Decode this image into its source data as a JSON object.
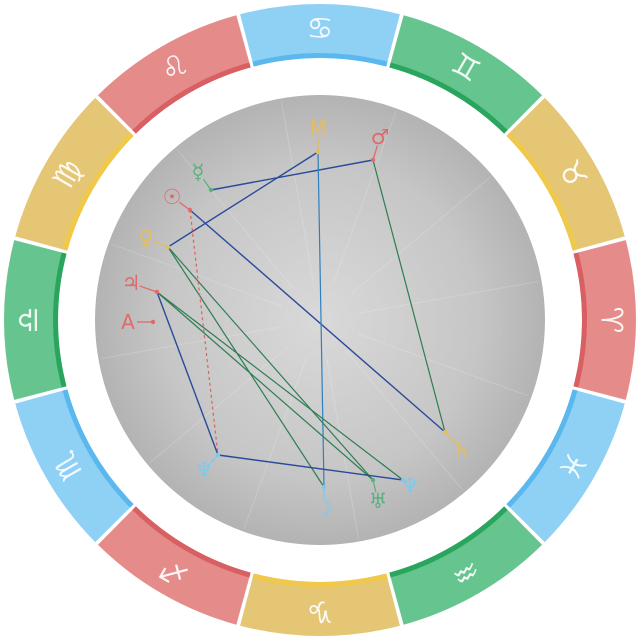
{
  "chart_wheel": {
    "signs": [
      {
        "name": "Aries",
        "glyph": "♈︎",
        "element": "fire"
      },
      {
        "name": "Taurus",
        "glyph": "♉︎",
        "element": "earth"
      },
      {
        "name": "Gemini",
        "glyph": "♊︎",
        "element": "air"
      },
      {
        "name": "Cancer",
        "glyph": "♋︎",
        "element": "water"
      },
      {
        "name": "Leo",
        "glyph": "♌︎",
        "element": "fire"
      },
      {
        "name": "Virgo",
        "glyph": "♍︎",
        "element": "earth"
      },
      {
        "name": "Libra",
        "glyph": "♎︎",
        "element": "air"
      },
      {
        "name": "Scorpio",
        "glyph": "♏︎",
        "element": "water"
      },
      {
        "name": "Sagittarius",
        "glyph": "♐︎",
        "element": "fire"
      },
      {
        "name": "Capricorn",
        "glyph": "♑︎",
        "element": "earth"
      },
      {
        "name": "Aquarius",
        "glyph": "♒︎",
        "element": "air"
      },
      {
        "name": "Pisces",
        "glyph": "♓︎",
        "element": "water"
      }
    ],
    "element_colors": {
      "fire": "#e58c8b",
      "earth": "#e4c674",
      "air": "#66c48e",
      "water": "#8fd0f5"
    },
    "element_edge_colors": {
      "fire": "#d85f62",
      "earth": "#f0c94a",
      "air": "#2aa55e",
      "water": "#5bb8ee"
    },
    "aspect_colors": {
      "harmonious": "#2e7d52",
      "tense": "#2a4a9a",
      "neutral": "#2f7fbf",
      "minor": "#e0605a"
    }
  },
  "planets": [
    {
      "id": "mc",
      "label": "M",
      "type": "letter",
      "color": "#e5bd5a"
    },
    {
      "id": "mars",
      "label": "♂",
      "type": "glyph",
      "color": "#e06a6a"
    },
    {
      "id": "mercury",
      "label": "☿",
      "type": "glyph",
      "color": "#5ab07e"
    },
    {
      "id": "sun",
      "label": "☉",
      "type": "glyph",
      "color": "#e06a6a"
    },
    {
      "id": "venus",
      "label": "♀",
      "type": "glyph",
      "color": "#e5bd5a"
    },
    {
      "id": "jupiter",
      "label": "♃",
      "type": "glyph",
      "color": "#e06a6a"
    },
    {
      "id": "asc",
      "label": "A",
      "type": "letter",
      "color": "#e06a6a"
    },
    {
      "id": "saturn",
      "label": "♄",
      "type": "glyph",
      "color": "#e5bd5a"
    },
    {
      "id": "pluto",
      "label": "♆",
      "type": "glyph",
      "color": "#7ec8ef"
    },
    {
      "id": "moon",
      "label": "☽",
      "type": "glyph",
      "color": "#7ec8ef"
    },
    {
      "id": "uranus",
      "label": "♅",
      "type": "glyph",
      "color": "#5ab07e"
    },
    {
      "id": "neptune",
      "label": "♆",
      "type": "glyph",
      "color": "#7ec8ef"
    }
  ]
}
